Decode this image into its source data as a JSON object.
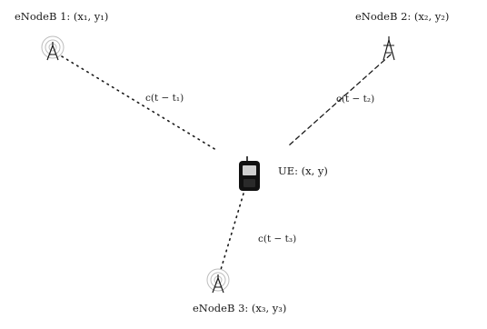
{
  "enodeb1": {
    "label": "eNodeB 1: (x₁, y₁)",
    "icon": "antenna-tower-icon"
  },
  "enodeb2": {
    "label": "eNodeB 2: (x₂, y₂)",
    "icon": "antenna-tower-icon"
  },
  "enodeb3": {
    "label": "eNodeB 3: (x₃, y₃)",
    "icon": "antenna-tower-icon"
  },
  "ue": {
    "label": "UE: (x, y)",
    "icon": "mobile-phone-icon"
  },
  "links": {
    "link1": "c(t − t₁)",
    "link2": "c(t − t₂)",
    "link3": "c(t − t₃)"
  },
  "colors": {
    "ink": "#1a1a1a",
    "phone_body": "#111111",
    "phone_screen": "#cfcfcf",
    "wave_rings": "#bdbdbd"
  }
}
